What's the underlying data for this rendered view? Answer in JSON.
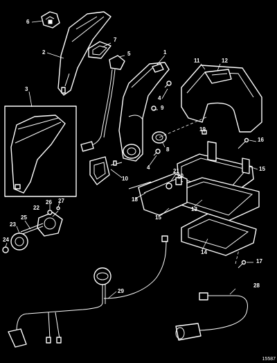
{
  "diagram": {
    "drawing_number": "15587",
    "callouts": [
      {
        "id": "c1",
        "label": "1"
      },
      {
        "id": "c2",
        "label": "2"
      },
      {
        "id": "c3",
        "label": "3"
      },
      {
        "id": "c4a",
        "label": "4"
      },
      {
        "id": "c4b",
        "label": "4"
      },
      {
        "id": "c5",
        "label": "5"
      },
      {
        "id": "c6",
        "label": "6"
      },
      {
        "id": "c7",
        "label": "7"
      },
      {
        "id": "c8",
        "label": "8"
      },
      {
        "id": "c9",
        "label": "9"
      },
      {
        "id": "c10",
        "label": "10"
      },
      {
        "id": "c11",
        "label": "11"
      },
      {
        "id": "c12",
        "label": "12"
      },
      {
        "id": "c13",
        "label": "13"
      },
      {
        "id": "c14",
        "label": "14"
      },
      {
        "id": "c15a",
        "label": "15"
      },
      {
        "id": "c15b",
        "label": "15"
      },
      {
        "id": "c16",
        "label": "16"
      },
      {
        "id": "c17",
        "label": "17"
      },
      {
        "id": "c18",
        "label": "18"
      },
      {
        "id": "c19",
        "label": "19"
      },
      {
        "id": "c20",
        "label": "20"
      },
      {
        "id": "c21",
        "label": "21"
      },
      {
        "id": "c22",
        "label": "22"
      },
      {
        "id": "c23",
        "label": "23"
      },
      {
        "id": "c24",
        "label": "24"
      },
      {
        "id": "c25",
        "label": "25"
      },
      {
        "id": "c26",
        "label": "26"
      },
      {
        "id": "c27",
        "label": "27"
      },
      {
        "id": "c28",
        "label": "28"
      },
      {
        "id": "c29",
        "label": "29"
      }
    ]
  }
}
